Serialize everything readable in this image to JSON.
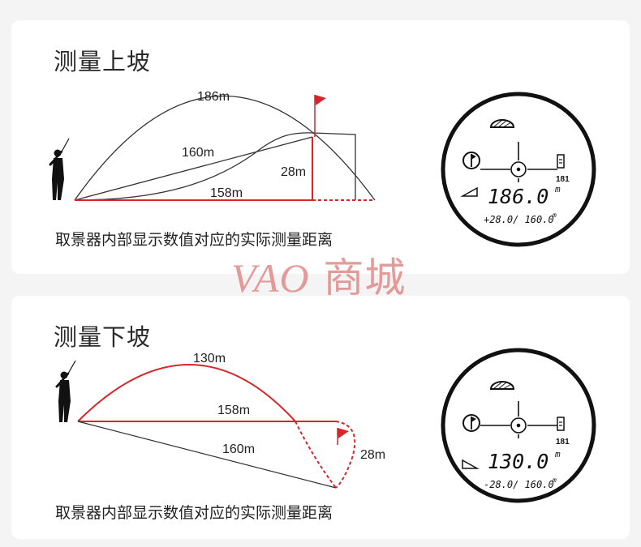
{
  "uphill": {
    "title": "测量上坡",
    "caption": "取景器内部显示数值对应的实际测量距离",
    "labels": {
      "arc": "186m",
      "slope": "160m",
      "height": "28m",
      "ground": "158m"
    },
    "viewfinder": {
      "main": "186.0",
      "unit": "m",
      "sub": "+28.0/ 160.0",
      "sub_unit": "m"
    }
  },
  "downhill": {
    "title": "测量下坡",
    "caption": "取景器内部显示数值对应的实际测量距离",
    "labels": {
      "arc": "130m",
      "level": "158m",
      "slope": "160m",
      "height": "28m"
    },
    "viewfinder": {
      "main": "130.0",
      "unit": "m",
      "sub": "-28.0/ 160.0",
      "sub_unit": "m"
    }
  },
  "watermark": {
    "mark": "VAO",
    "text": "商城"
  },
  "colors": {
    "accent": "#d7262b",
    "line": "#333333"
  }
}
